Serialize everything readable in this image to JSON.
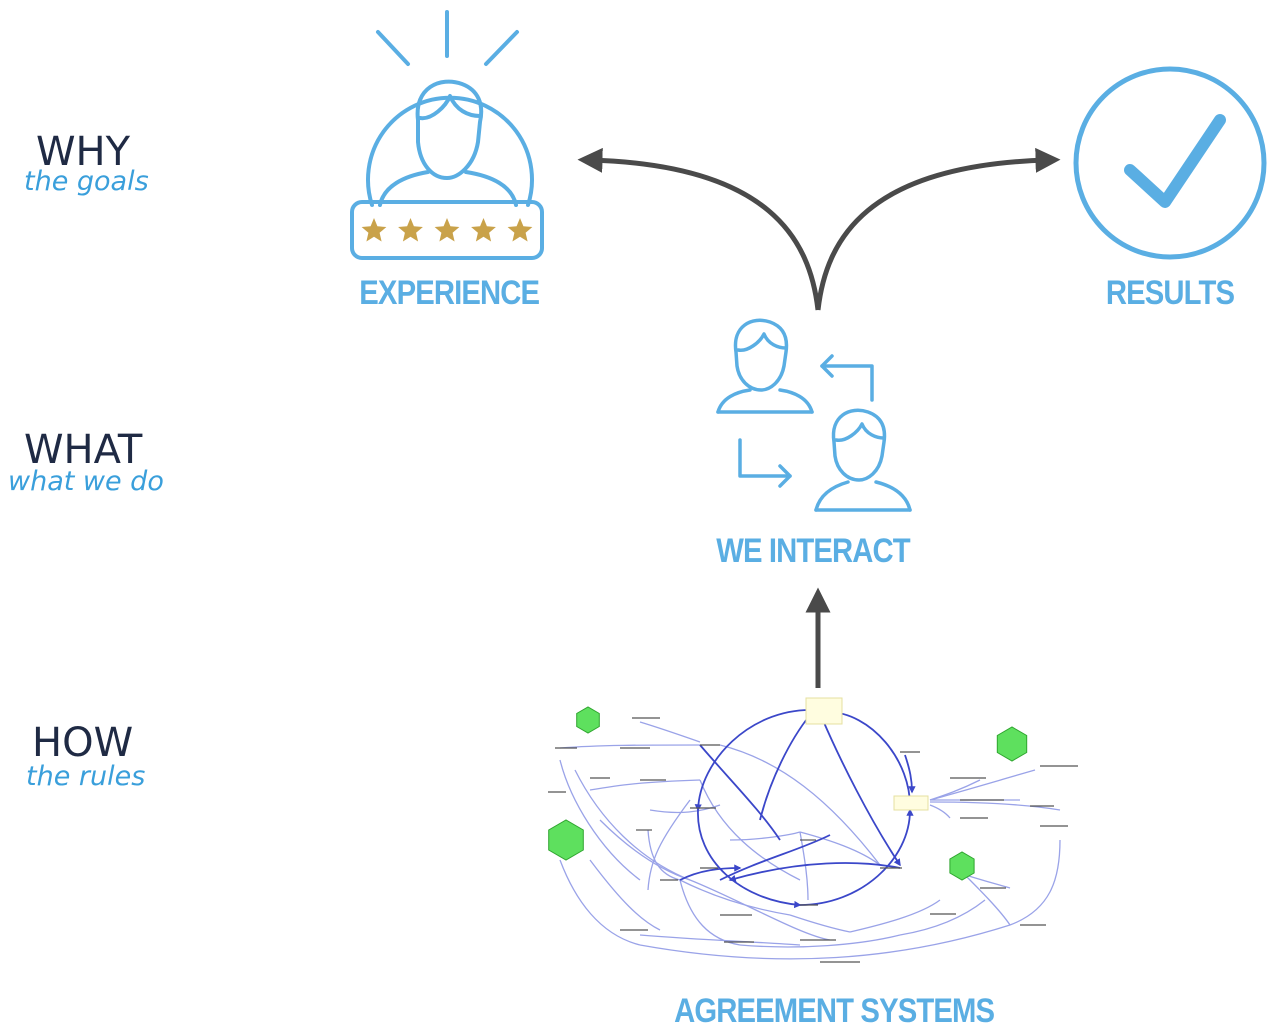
{
  "levels": {
    "why": {
      "title": "WHY",
      "subtitle": "the goals"
    },
    "what": {
      "title": "WHAT",
      "subtitle": "what we do"
    },
    "how": {
      "title": "HOW",
      "subtitle": "the rules"
    }
  },
  "nodes": {
    "experience": {
      "label": "EXPERIENCE",
      "icon": "person-rating-icon",
      "stars": 5
    },
    "results": {
      "label": "RESULTS",
      "icon": "checkmark-circle-icon"
    },
    "interact": {
      "label": "WE INTERACT",
      "icon": "people-exchange-icon"
    },
    "agreement": {
      "label": "AGREEMENT SYSTEMS",
      "icon": "causal-loop-diagram-icon"
    }
  },
  "colors": {
    "icon_blue": "#5aaee3",
    "heading_navy": "#1f2a44",
    "subtitle_blue": "#3a9fdb",
    "arrow_gray": "#4a4a4a",
    "star_gold": "#c9a24a",
    "network_blue": "#3b47c9",
    "network_light": "#9aa3e8",
    "hex_green": "#5ee05e"
  }
}
